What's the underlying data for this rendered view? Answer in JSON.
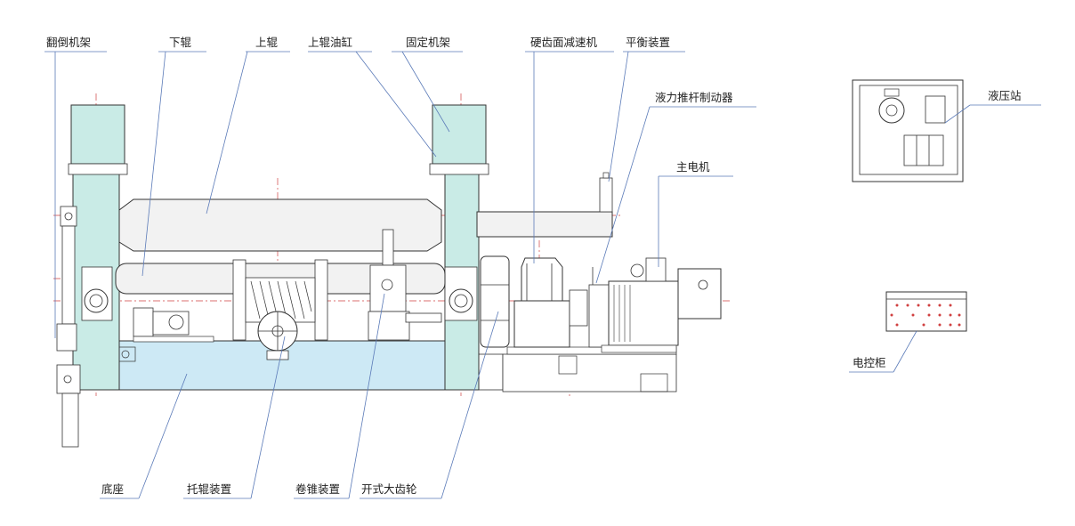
{
  "labels": {
    "tilt_frame": "翻倒机架",
    "lower_roll": "下辊",
    "upper_roll": "上辊",
    "upper_cylinder": "上辊油缸",
    "fixed_frame": "固定机架",
    "reducer": "硬齿面减速机",
    "balance": "平衡装置",
    "brake": "液力推杆制动器",
    "main_motor": "主电机",
    "hydraulic_station": "液压站",
    "control_cabinet": "电控柜",
    "base": "底座",
    "support_roll": "托辊装置",
    "cone_device": "卷锥装置",
    "open_gear": "开式大齿轮"
  },
  "colors": {
    "frame_fill": "#c9ebe6",
    "base_fill": "#cde9f5",
    "roll_fill": "#f2f2f2",
    "outline": "#333333",
    "leader": "#5a7ab8",
    "centerline": "#d04040"
  }
}
